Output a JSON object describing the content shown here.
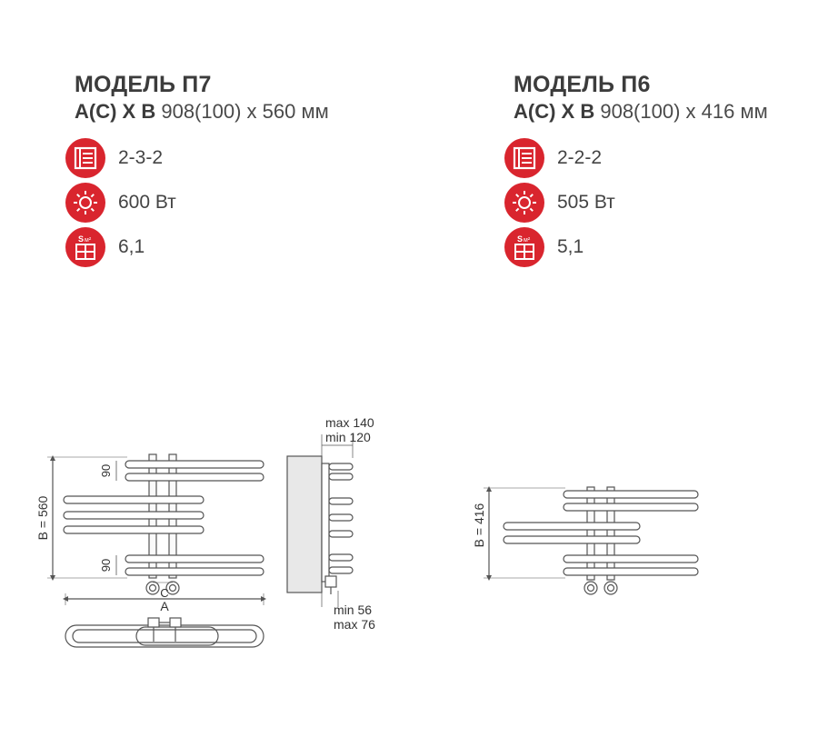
{
  "colors": {
    "badge": "#d9252e",
    "line": "#555555"
  },
  "models": [
    {
      "title": "МОДЕЛЬ П7",
      "dims_label": "А(С) Х В",
      "dims_value": "908(100) х 560 мм",
      "specs": [
        {
          "icon": "sections-icon",
          "value": "2-3-2"
        },
        {
          "icon": "sun-power-icon",
          "value": "600 Вт"
        },
        {
          "icon": "area-m2-icon",
          "value": "6,1"
        }
      ]
    },
    {
      "title": "МОДЕЛЬ П6",
      "dims_label": "А(С) Х В",
      "dims_value": "908(100) х 416 мм",
      "specs": [
        {
          "icon": "sections-icon",
          "value": "2-2-2"
        },
        {
          "icon": "sun-power-icon",
          "value": "505 Вт"
        },
        {
          "icon": "area-m2-icon",
          "value": "5,1"
        }
      ]
    }
  ],
  "icon_labels": {
    "area": "S",
    "area_unit": "м²"
  },
  "drawing": {
    "b_height_p7": "B = 560",
    "b_height_p6": "B = 416",
    "spacing_top": "90",
    "spacing_bottom": "90",
    "width_label": "A",
    "center_label": "C",
    "side_max_top": "max 140",
    "side_min_top": "min 120",
    "side_min_bottom": "min 56",
    "side_max_bottom": "max 76"
  }
}
